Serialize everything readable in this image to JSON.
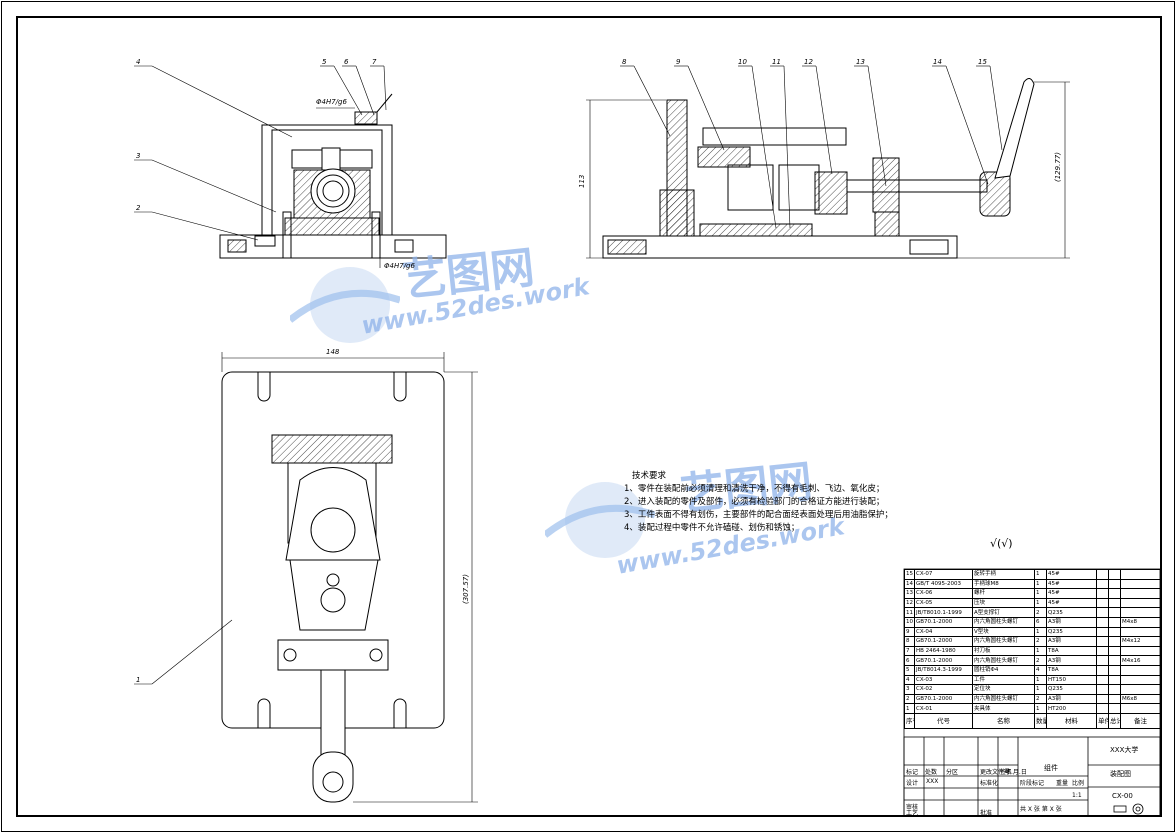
{
  "watermarks": [
    {
      "brand": "艺图网",
      "url": "www.52des.work"
    },
    {
      "brand": "艺图网",
      "url": "www.52des.work"
    }
  ],
  "dimensions": {
    "fit_front": "Φ4H7/g6",
    "fit_front_bottom": "Φ4H7/g6",
    "height_side": "113",
    "height_side_ref": "(129.77)",
    "width_top": "148",
    "height_top": "(307.57)"
  },
  "balloons": [
    "4",
    "5",
    "6",
    "7",
    "3",
    "2",
    "8",
    "9",
    "10",
    "11",
    "12",
    "13",
    "14",
    "15",
    "1"
  ],
  "technical_requirements": {
    "title": "技术要求",
    "lines": [
      "1、零件在装配前必须清理和清洗干净，不得有毛刺、飞边、氧化皮；",
      "2、进入装配的零件及部件，必须有检验部门的合格证方能进行装配；",
      "3、工件表面不得有划伤，主要部件的配合面经表面处理后用油脂保护；",
      "4、装配过程中零件不允许磕碰、划伤和锈蚀；"
    ]
  },
  "roughness_symbol": "√(√)",
  "bom": {
    "rows": [
      {
        "no": "15",
        "code": "CX-07",
        "name": "旋转手柄",
        "qty": "1",
        "material": "45#",
        "note": ""
      },
      {
        "no": "14",
        "code": "GB/T 4095-2003",
        "name": "手柄球M8",
        "qty": "1",
        "material": "45#",
        "note": ""
      },
      {
        "no": "13",
        "code": "CX-06",
        "name": "螺杆",
        "qty": "1",
        "material": "45#",
        "note": ""
      },
      {
        "no": "12",
        "code": "CX-05",
        "name": "压块",
        "qty": "1",
        "material": "45#",
        "note": ""
      },
      {
        "no": "11",
        "code": "JB/T8010.1-1999",
        "name": "A型支撑钉",
        "qty": "2",
        "material": "Q235",
        "note": ""
      },
      {
        "no": "10",
        "code": "GB70.1-2000",
        "name": "内六角圆柱头螺钉",
        "qty": "6",
        "material": "A3钢",
        "note": "M4x8"
      },
      {
        "no": "9",
        "code": "CX-04",
        "name": "V型块",
        "qty": "1",
        "material": "Q235",
        "note": ""
      },
      {
        "no": "8",
        "code": "GB70.1-2000",
        "name": "内六角圆柱头螺钉",
        "qty": "2",
        "material": "A3钢",
        "note": "M4x12"
      },
      {
        "no": "7",
        "code": "HB 2464-1980",
        "name": "衬刀板",
        "qty": "1",
        "material": "T8A",
        "note": ""
      },
      {
        "no": "6",
        "code": "GB70.1-2000",
        "name": "内六角圆柱头螺钉",
        "qty": "2",
        "material": "A3钢",
        "note": "M4x16"
      },
      {
        "no": "5",
        "code": "JB/T8014.3-1999",
        "name": "圆柱销Φ4",
        "qty": "4",
        "material": "T8A",
        "note": ""
      },
      {
        "no": "4",
        "code": "CX-03",
        "name": "工件",
        "qty": "1",
        "material": "HT150",
        "note": ""
      },
      {
        "no": "3",
        "code": "CX-02",
        "name": "定位块",
        "qty": "1",
        "material": "Q235",
        "note": ""
      },
      {
        "no": "2",
        "code": "GB70.1-2000",
        "name": "内六角圆柱头螺钉",
        "qty": "2",
        "material": "A3钢",
        "note": "M6x8"
      },
      {
        "no": "1",
        "code": "CX-01",
        "name": "夹具体",
        "qty": "1",
        "material": "HT200",
        "note": ""
      }
    ],
    "header": [
      "序号",
      "代号",
      "名称",
      "数量",
      "材料",
      "单件重量",
      "总计重量",
      "备注"
    ]
  },
  "title_block": {
    "school": "XXX大学",
    "drawing_name": "装配图",
    "drawing_no": "CX-00",
    "group": "组件",
    "scale": "1:1",
    "sheet_info": "共 X 张    第 X 张",
    "labels": [
      "标记",
      "处数",
      "分区",
      "更改文件号",
      "签名",
      "年.月.日",
      "设计",
      "审核",
      "工艺",
      "批准",
      "阶段标记",
      "重量",
      "比例"
    ],
    "designer": "XXX",
    "standardize": "标准化"
  }
}
